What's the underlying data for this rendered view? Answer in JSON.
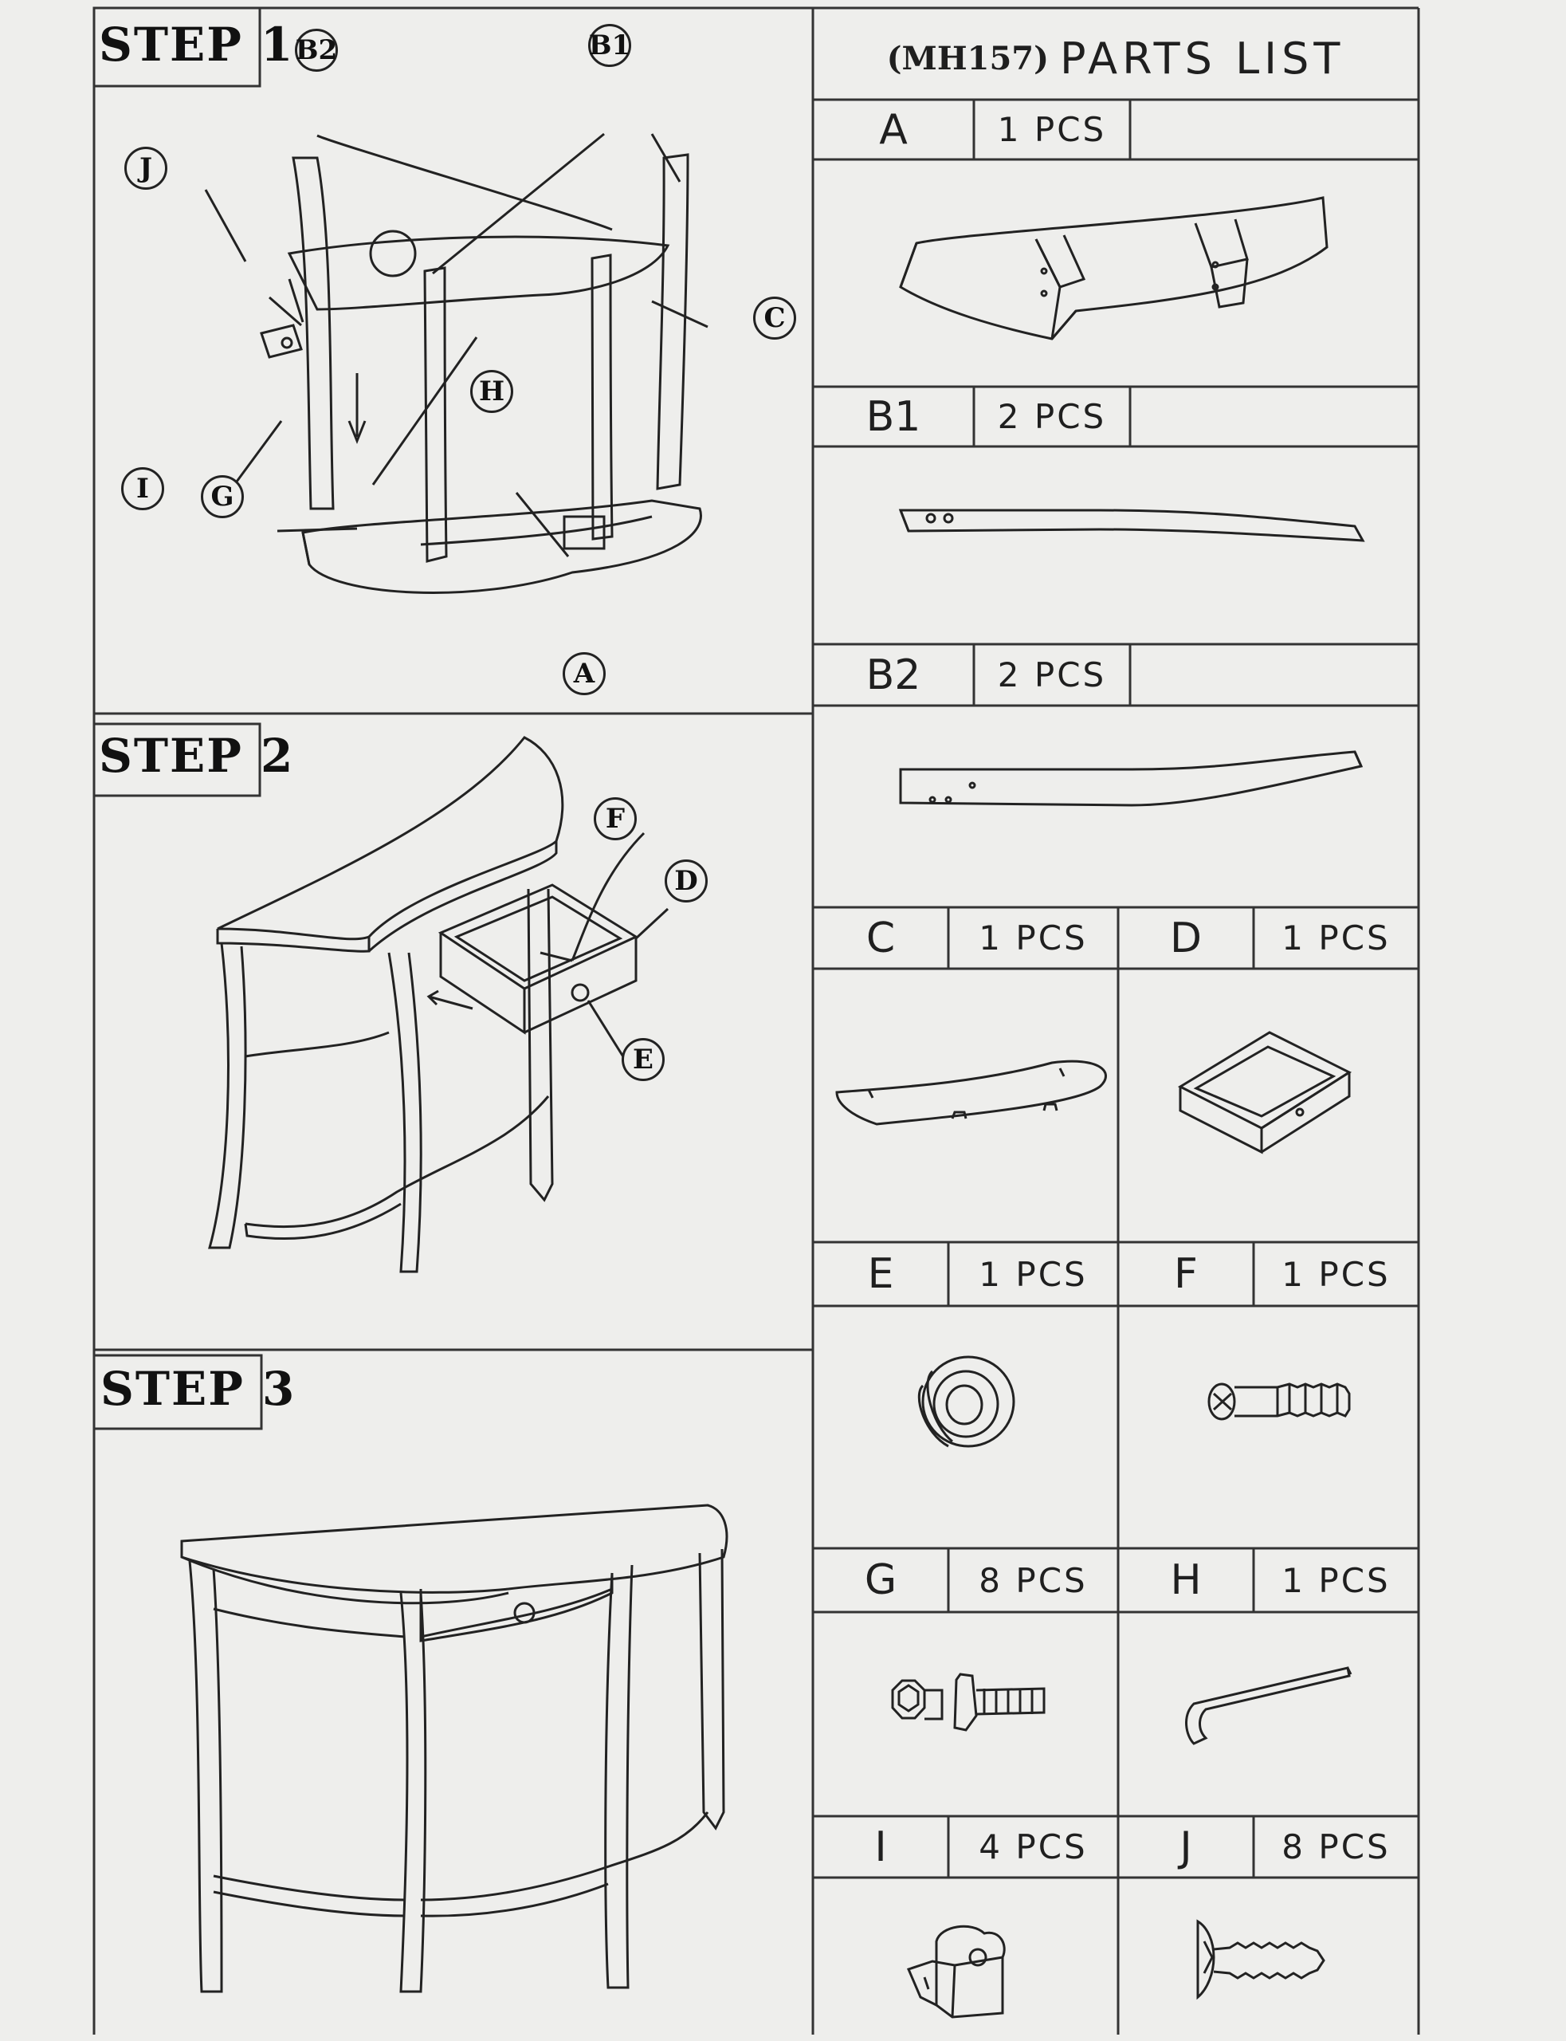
{
  "parts_list": {
    "model": "(MH157)",
    "title": "PARTS LIST",
    "parts": [
      {
        "id": "A",
        "qty": "1 PCS"
      },
      {
        "id": "B1",
        "qty": "2 PCS"
      },
      {
        "id": "B2",
        "qty": "2 PCS"
      },
      {
        "id": "C",
        "qty": "1 PCS"
      },
      {
        "id": "D",
        "qty": "1 PCS"
      },
      {
        "id": "E",
        "qty": "1 PCS"
      },
      {
        "id": "F",
        "qty": "1 PCS"
      },
      {
        "id": "G",
        "qty": "8 PCS"
      },
      {
        "id": "H",
        "qty": "1 PCS"
      },
      {
        "id": "I",
        "qty": "4 PCS"
      },
      {
        "id": "J",
        "qty": "8 PCS"
      }
    ]
  },
  "steps": [
    {
      "label": "STEP 1",
      "callouts": [
        "B2",
        "B1",
        "J",
        "C",
        "H",
        "I",
        "G",
        "A"
      ]
    },
    {
      "label": "STEP 2",
      "callouts": [
        "F",
        "D",
        "E"
      ]
    },
    {
      "label": "STEP 3",
      "callouts": []
    }
  ]
}
